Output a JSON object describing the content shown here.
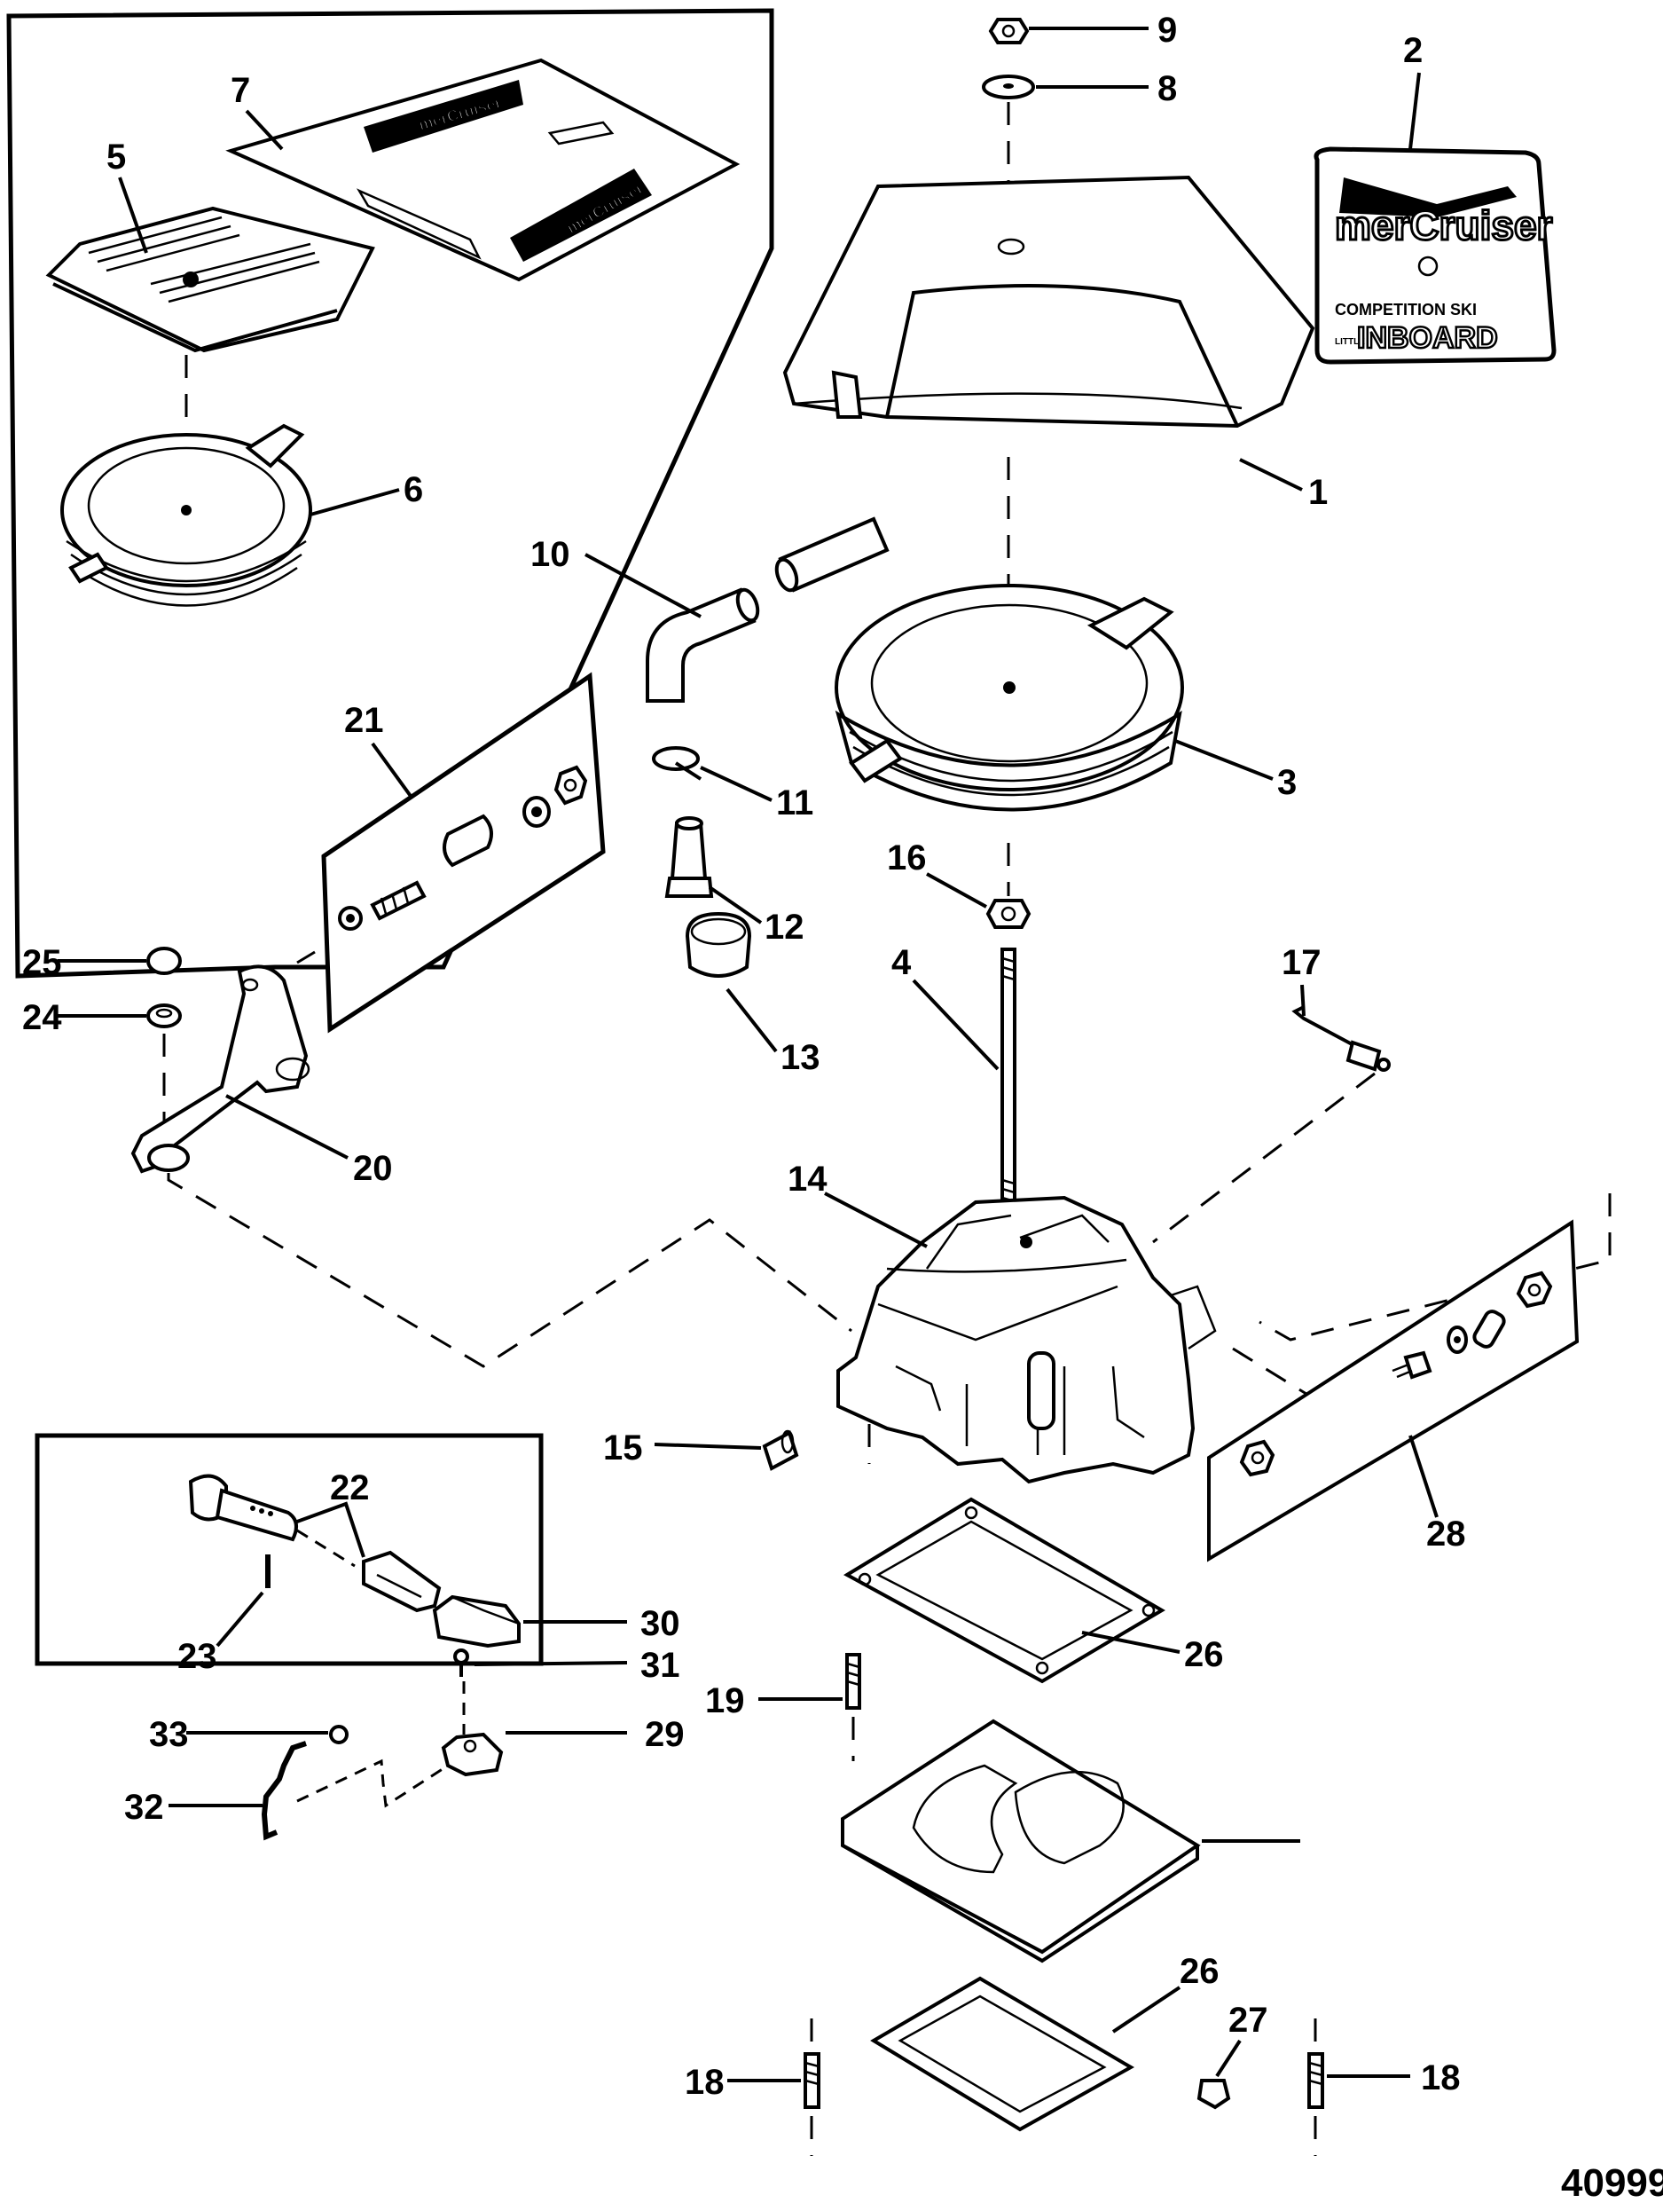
{
  "diagram": {
    "title": "Carburetor and Flame Arrestor Exploded View",
    "figure_number": "40999",
    "callouts": {
      "c1": "1",
      "c2": "2",
      "c3": "3",
      "c4": "4",
      "c5": "5",
      "c6": "6",
      "c7": "7",
      "c8": "8",
      "c9": "9",
      "c10": "10",
      "c11": "11",
      "c12": "12",
      "c13": "13",
      "c14": "14",
      "c15": "15",
      "c16": "16",
      "c17": "17",
      "c18a": "18",
      "c18b": "18",
      "c19": "19",
      "c20": "20",
      "c21": "21",
      "c22": "22",
      "c23": "23",
      "c24": "24",
      "c25": "25",
      "c26a": "26",
      "c26b": "26",
      "c27": "27",
      "c28": "28",
      "c29": "29",
      "c30": "30",
      "c31": "31",
      "c32": "32",
      "c33": "33"
    },
    "decal": {
      "brand": "merCruiser",
      "line1": "COMPETITION SKI",
      "line2_small": "LITTLE",
      "line2": "INBOARD"
    },
    "decal7": {
      "brand": "merCruiser"
    }
  }
}
